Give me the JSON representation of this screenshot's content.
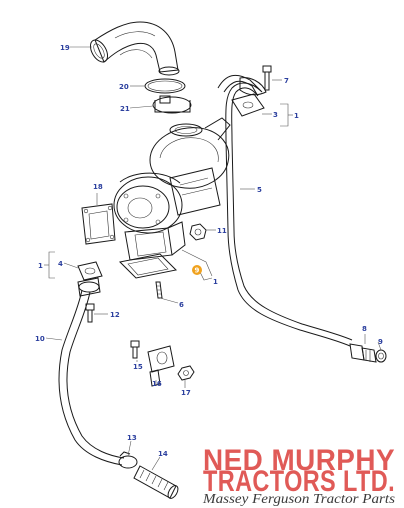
{
  "callouts": {
    "c19": "19",
    "c20": "20",
    "c21": "21",
    "c7": "7",
    "c3": "3",
    "c1a": "1",
    "c5": "5",
    "c18": "18",
    "c11": "11",
    "c1b": "1",
    "c4": "4",
    "c9sel": "9",
    "c1c": "1",
    "c6": "6",
    "c12": "12",
    "c10": "10",
    "c8": "8",
    "c9": "9",
    "c15": "15",
    "c16": "16",
    "c17": "17",
    "c13": "13",
    "c14": "14"
  },
  "branding": {
    "company": "NED MURPHY",
    "company2": "TRACTORS LTD.",
    "tagline": "Massey Ferguson Tractor Parts"
  },
  "colors": {
    "callout_text": "#2b3f9e",
    "selected_callout": "#f0a21e",
    "brand_red": "#e05a57",
    "brand_gray": "#3a3a3a"
  }
}
